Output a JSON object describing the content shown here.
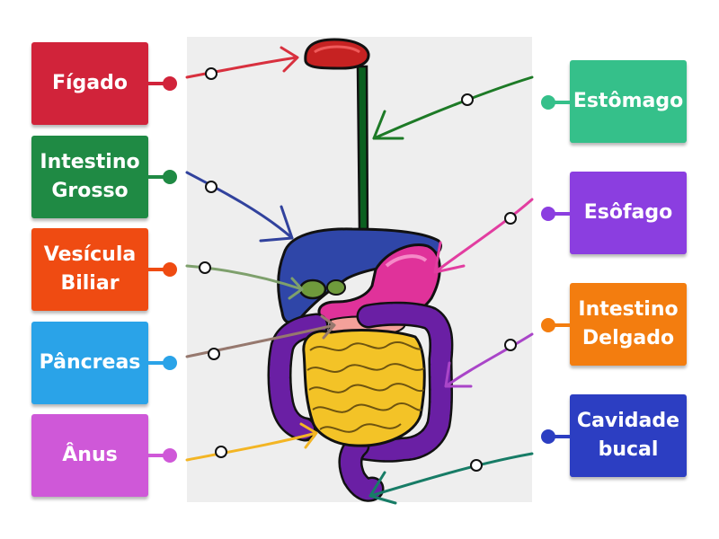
{
  "labels_left": [
    {
      "id": "figado",
      "text": "Fígado",
      "color": "#d1233a"
    },
    {
      "id": "intestino-grosso",
      "text": "Intestino Grosso",
      "color": "#1f8a44"
    },
    {
      "id": "vesicula-biliar",
      "text": "Vesícula Biliar",
      "color": "#ef4b12"
    },
    {
      "id": "pancreas",
      "text": "Pâncreas",
      "color": "#2aa3e8"
    },
    {
      "id": "anus",
      "text": "Ânus",
      "color": "#cf58d8"
    }
  ],
  "labels_right": [
    {
      "id": "estomago",
      "text": "Estômago",
      "color": "#35c08a"
    },
    {
      "id": "esofago",
      "text": "Esôfago",
      "color": "#8b3ee0"
    },
    {
      "id": "intestino-delgado",
      "text": "Intestino Delgado",
      "color": "#f37d0f"
    },
    {
      "id": "cavidade-bucal",
      "text": "Cavidade bucal",
      "color": "#2c3ec2"
    }
  ],
  "pointer_colors": [
    "#d8303e",
    "#31429d",
    "#7ea06c",
    "#96786e",
    "#f3b524",
    "#1d7a26",
    "#e23da0",
    "#a945c8",
    "#177c66"
  ],
  "organ_colors": {
    "mouth": "#c62222",
    "esophagus": "#0b6020",
    "liver": "#2f46a8",
    "stomach": "#e0329a",
    "gallbladder": "#6f9a3c",
    "pancreas": "#f4a19a",
    "large_intestine": "#6a1fa4",
    "small_intestine": "#f3c327"
  }
}
